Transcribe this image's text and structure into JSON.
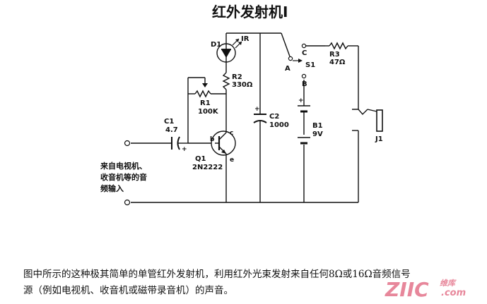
{
  "title": "红外发射机Ⅰ",
  "components": {
    "d1": {
      "ref": "D1",
      "value": "IR"
    },
    "r2": {
      "ref": "R2",
      "value": "330Ω"
    },
    "r1": {
      "ref": "R1",
      "value": "100K"
    },
    "c1": {
      "ref": "C1",
      "value": "4.7",
      "plus": "+"
    },
    "q1": {
      "ref": "Q1",
      "value": "2N2222",
      "pin_b": "b",
      "pin_c": "c",
      "pin_e": "e"
    },
    "c2": {
      "ref": "C2",
      "value": "1000",
      "plus": "+"
    },
    "s1": {
      "ref": "S1",
      "pos_a": "A",
      "pos_b": "B",
      "pos_c": "C"
    },
    "r3": {
      "ref": "R3",
      "value": "47Ω"
    },
    "b1": {
      "ref": "B1",
      "value": "9V",
      "plus": "+"
    },
    "j1": {
      "ref": "J1"
    }
  },
  "input_label": [
    "来自电视机、",
    "收音机等的音",
    "频输入"
  ],
  "caption": [
    "图中所示的这种极其简单的单管红外发射机，利用红外光束发射来自任何8Ω或16Ω音频信号",
    "源（例如电视机、收音机或磁带录音机）的声音。"
  ],
  "watermark": {
    "text": "ZIIC",
    "sub": ".com",
    "cn": "维库",
    "color": "#e0607a"
  }
}
